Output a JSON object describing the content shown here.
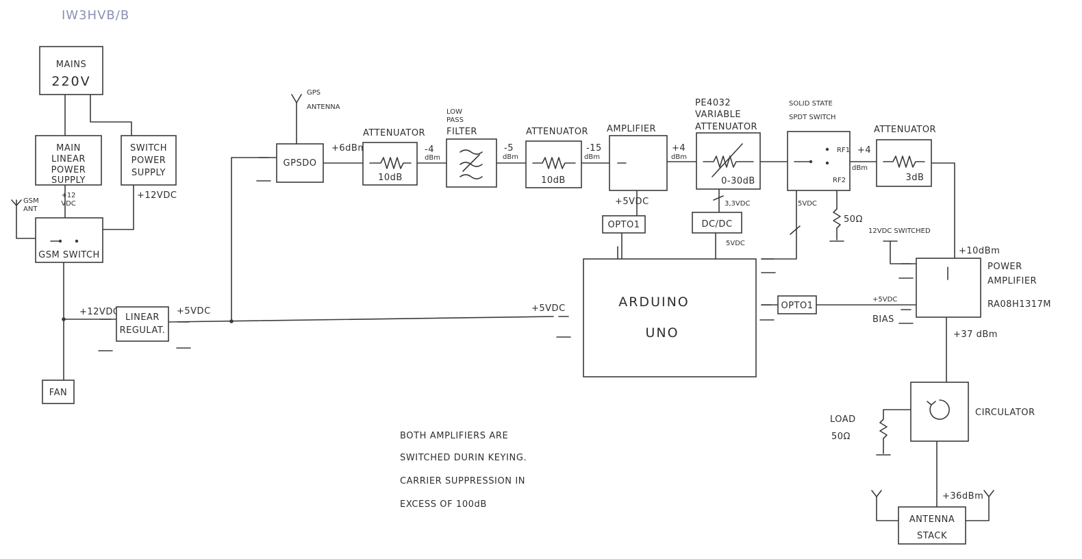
{
  "callsign": "IW3HVB/B",
  "power": {
    "mains_line1": "MAINS",
    "mains_line2": "220V",
    "main_psu_line1": "MAIN",
    "main_psu_line2": "LINEAR",
    "main_psu_line3": "POWER",
    "main_psu_line4": "SUPPLY",
    "switch_psu_line1": "SWITCH",
    "switch_psu_line2": "POWER",
    "switch_psu_line3": "SUPPLY",
    "main_psu_out1": "+12",
    "main_psu_out2": "VDC",
    "switch_psu_out": "+12VDC",
    "gsm_ant1": "GSM",
    "gsm_ant2": "ANT",
    "gsm_switch": "GSM SWITCH",
    "fan": "FAN",
    "reg_in": "+12VDC",
    "reg_line1": "LINEAR",
    "reg_line2": "REGULAT.",
    "reg_out": "+5VDC"
  },
  "chain": {
    "gps_antenna1": "GPS",
    "gps_antenna2": "ANTENNA",
    "gpsdo": "GPSDO",
    "lvl_gpsdo": "+6dBm",
    "att1": "ATTENUATOR",
    "att1_val": "10dB",
    "lvl_att1_1": "-4",
    "lvl_att1_2": "dBm",
    "lpf1": "LOW",
    "lpf2": "PASS",
    "lpf3": "FILTER",
    "lvl_lpf1": "-5",
    "lvl_lpf2": "dBm",
    "att2": "ATTENUATOR",
    "att2_val": "10dB",
    "lvl_att2_1": "-15",
    "lvl_att2_2": "dBm",
    "amp": "AMPLIFIER",
    "lvl_amp1": "+4",
    "lvl_amp2": "dBm",
    "vatt1": "PE4032",
    "vatt2": "VARIABLE",
    "vatt3": "ATTENUATOR",
    "vatt_range": "0-30dB",
    "sw1": "SOLID STATE",
    "sw2": "SPDT SWITCH",
    "rf1": "RF1",
    "rf2": "RF2",
    "lvl_sw1": "+4",
    "lvl_sw2": "dBm",
    "att3": "ATTENUATOR",
    "att3_val": "3dB",
    "amp_supply": "+5VDC",
    "opto_amp": "OPTO1",
    "dcdc": "DC/DC",
    "dcdc_in": "3,3VDC",
    "dcdc_out": "5VDC",
    "sw_supply": "5VDC",
    "term": "50Ω"
  },
  "controller": {
    "line1": "ARDUINO",
    "line2": "UNO",
    "supply": "+5VDC",
    "opto": "OPTO1"
  },
  "pa": {
    "switched": "12VDC SWITCHED",
    "lvl_in": "+10dBm",
    "title1": "POWER",
    "title2": "AMPLIFIER",
    "model": "RA08H1317M",
    "bias_v": "+5VDC",
    "bias": "BIAS",
    "lvl_out": "+37 dBm"
  },
  "output": {
    "circulator": "CIRCULATOR",
    "load1": "LOAD",
    "load2": "50Ω",
    "lvl_ant": "+36dBm",
    "ant1": "ANTENNA",
    "ant2": "STACK"
  },
  "note": {
    "line1": "BOTH AMPLIFIERS ARE",
    "line2": "SWITCHED DURIN KEYING.",
    "line3": "CARRIER SUPPRESSION IN",
    "line4": "EXCESS OF 100dB"
  }
}
